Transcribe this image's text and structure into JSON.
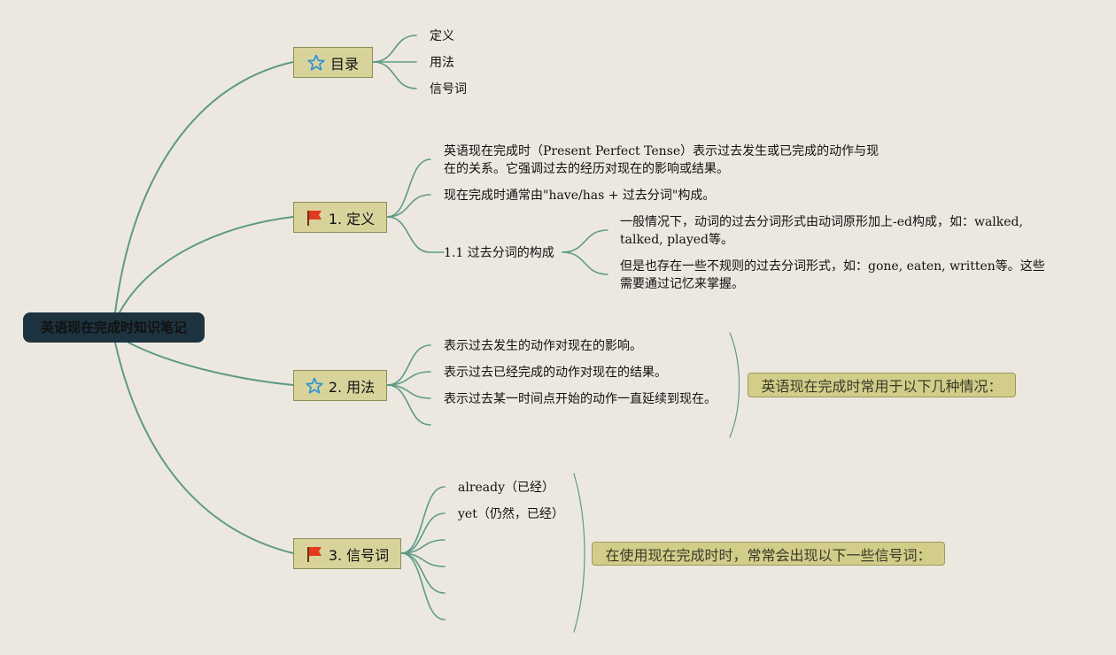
{
  "root": {
    "label": "英语现在完成时知识笔记"
  },
  "toc": {
    "label": "目录",
    "icon": "star-icon",
    "items": [
      "定义",
      "用法",
      "信号词"
    ]
  },
  "definition": {
    "label": "1. 定义",
    "icon": "flag-icon",
    "items": [
      "英语现在完成时（Present Perfect Tense）表示过去发生或已完成的动作与现在的关系。它强调过去的经历对现在的影响或结果。",
      "现在完成时通常由\"have/has + 过去分词\"构成。"
    ],
    "sub": {
      "label": "1.1 过去分词的构成",
      "items": [
        "一般情况下，动词的过去分词形式由动词原形加上-ed构成，如：walked, talked, played等。",
        "但是也存在一些不规则的过去分词形式，如：gone, eaten, written等。这些需要通过记忆来掌握。"
      ]
    }
  },
  "usage": {
    "label": "2. 用法",
    "icon": "star-icon",
    "items": [
      "表示过去发生的动作对现在的影响。",
      "表示过去已经完成的动作对现在的结果。",
      "表示过去某一时间点开始的动作一直延续到现在。",
      ""
    ],
    "summary": "英语现在完成时常用于以下几种情况："
  },
  "signal": {
    "label": "3. 信号词",
    "icon": "flag-icon",
    "items": [
      "already（已经）",
      "yet（仍然，已经）",
      "",
      "",
      "",
      ""
    ],
    "summary": "在使用现在完成时时，常常会出现以下一些信号词："
  },
  "colors": {
    "background": "#ece8e0",
    "root": "#1d3340",
    "branch": "#d8d39b",
    "summary": "#d2cd89",
    "line": "#5f9a86",
    "star": "#2b8fd6",
    "flag": "#e23a1e"
  }
}
